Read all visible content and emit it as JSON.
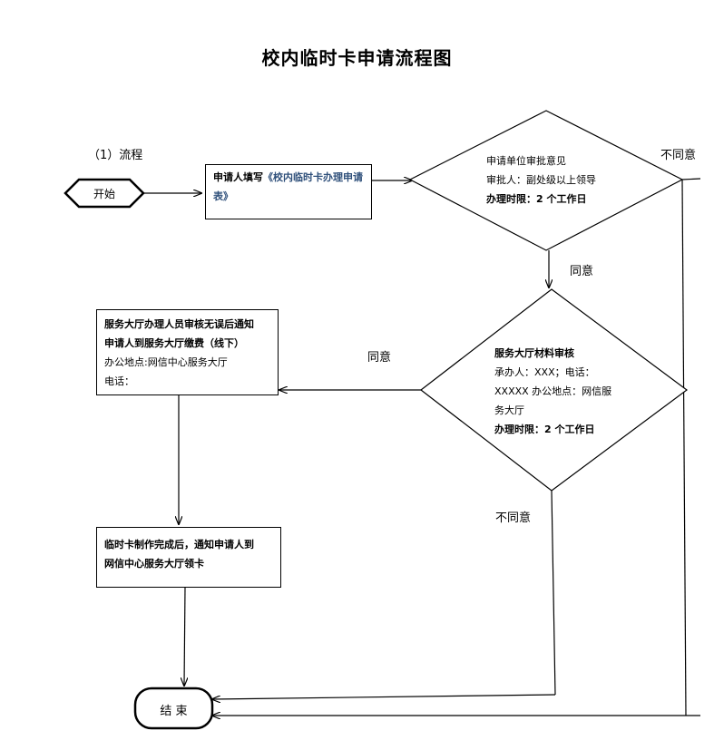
{
  "title": "校内临时卡申请流程图",
  "section_label": "（1）流程",
  "start_label": "开始",
  "end_label": "结 束",
  "step1": {
    "prefix": "申请人填写",
    "form": "《校内临时卡办理申请表》"
  },
  "decision1": {
    "line1": "申请单位审批意见",
    "line2": "审批人：副处级以上领导",
    "line3": "办理时限：2 个工作日"
  },
  "decision2": {
    "line1": "服务大厅材料审核",
    "line2": "承办人：XXX；电话：",
    "line3": "XXXXX 办公地点：网信服",
    "line4": "务大厅",
    "line5": "办理时限：2 个工作日"
  },
  "step2": {
    "line1": "服务大厅办理人员审核无误后通知",
    "line2": "申请人到服务大厅缴费（线下）",
    "line3": "办公地点:网信中心服务大厅",
    "line4": "电话："
  },
  "step3": {
    "line1": "临时卡制作完成后，通知申请人到",
    "line2": "网信中心服务大厅领卡"
  },
  "edge_labels": {
    "agree1": "同意",
    "disagree1": "不同意",
    "agree2": "同意",
    "disagree2": "不同意"
  }
}
